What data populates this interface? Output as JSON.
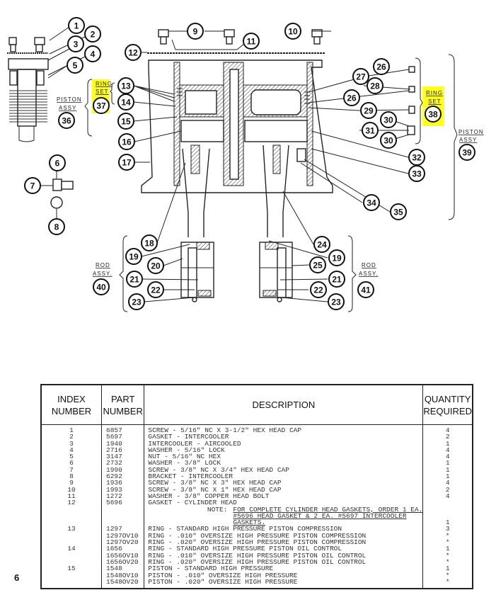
{
  "page_number": "6",
  "diagram": {
    "title": "Compressor pump exploded parts diagram",
    "callouts": [
      "1",
      "2",
      "3",
      "4",
      "5",
      "6",
      "7",
      "8",
      "9",
      "10",
      "11",
      "12",
      "13",
      "14",
      "15",
      "16",
      "17",
      "18",
      "19",
      "20",
      "21",
      "22",
      "23",
      "24",
      "25",
      "26",
      "27",
      "28",
      "29",
      "30",
      "31",
      "32",
      "33",
      "34",
      "35",
      "36",
      "37",
      "38",
      "39",
      "40",
      "41"
    ],
    "labels": {
      "piston_assy_left": [
        "PISTON",
        "ASSY"
      ],
      "ring_set_left": [
        "RING",
        "SET"
      ],
      "ring_set_right": [
        "RING",
        "SET"
      ],
      "piston_assy_right": [
        "PISTON",
        "ASSY"
      ],
      "rod_assy_left": [
        "ROD",
        "ASSY."
      ],
      "rod_assy_right": [
        "ROD",
        "ASSY."
      ]
    },
    "highlight_color": "#ffff22"
  },
  "table": {
    "headers": {
      "index": [
        "INDEX",
        "NUMBER"
      ],
      "part": [
        "PART",
        "NUMBER"
      ],
      "description": "DESCRIPTION",
      "quantity": [
        "QUANTITY",
        "REQUIRED"
      ]
    },
    "rows": [
      {
        "index": "1",
        "part": "6857",
        "description": "SCREW - 5/16\" NC X 3-1/2\" HEX HEAD CAP",
        "qty": "4"
      },
      {
        "index": "2",
        "part": "5697",
        "description": "GASKET - INTERCOOLER",
        "qty": "2"
      },
      {
        "index": "3",
        "part": "1940",
        "description": "INTERCOOLER - AIRCOOLED",
        "qty": "1"
      },
      {
        "index": "4",
        "part": "2716",
        "description": "WASHER - 5/16\" LOCK",
        "qty": "4"
      },
      {
        "index": "5",
        "part": "3147",
        "description": "NUT - 5/16\" NC HEX",
        "qty": "4"
      },
      {
        "index": "6",
        "part": "2732",
        "description": "WASHER - 3/8\" LOCK",
        "qty": "1"
      },
      {
        "index": "7",
        "part": "1990",
        "description": "SCREW - 3/8\" NC X 3/4\" HEX HEAD CAP",
        "qty": "1"
      },
      {
        "index": "8",
        "part": "6292",
        "description": "BRACKET - INTERCOOLER",
        "qty": "1"
      },
      {
        "index": "9",
        "part": "1936",
        "description": "SCREW - 3/8\" NC X 3\" HEX HEAD CAP",
        "qty": "4"
      },
      {
        "index": "10",
        "part": "1993",
        "description": "SCREW - 3/8\" NC X 1\" HEX HEAD CAP",
        "qty": "2"
      },
      {
        "index": "11",
        "part": "1272",
        "description": "WASHER - 3/8\" COPPER HEAD BOLT",
        "qty": "4"
      },
      {
        "index": "12",
        "part": "5696",
        "description": "GASKET - CYLINDER HEAD",
        "qty": ""
      }
    ],
    "note": {
      "prefix": "NOTE:",
      "lines": [
        "FOR COMPLETE CYLINDER HEAD GASKETS, ORDER 1 EA.",
        "#5696 HEAD GASKET & 2 EA. #5697 INTERCOOLER",
        "GASKETS."
      ],
      "qty": "1"
    },
    "rows_after_note": [
      {
        "index": "13",
        "part": "1297",
        "description": "RING - STANDARD HIGH PRESSURE PISTON COMPRESSION",
        "qty": "3"
      },
      {
        "index": "",
        "part": "1297OV10",
        "description": "RING - .010\" OVERSIZE HIGH PRESSURE PISTON COMPRESSION",
        "qty": "*"
      },
      {
        "index": "",
        "part": "1297OV20",
        "description": "RING - .020\" OVERSIZE HIGH PRESSURE PISTON COMPRESSION",
        "qty": "*"
      },
      {
        "index": "14",
        "part": "1656",
        "description": "RING - STANDARD HIGH PRESSURE PISTON OIL CONTROL",
        "qty": "1"
      },
      {
        "index": "",
        "part": "1656OV10",
        "description": "RING - .010\" OVERSIZE HIGH PRESSURE PISTON OIL CONTROL",
        "qty": "*"
      },
      {
        "index": "",
        "part": "1656OV20",
        "description": "RING - .020\" OVERSIZE HIGH PRESSURE PISTON OIL CONTROL",
        "qty": "*"
      },
      {
        "index": "15",
        "part": "1548",
        "description": "PISTON - STANDARD HIGH PRESSURE",
        "qty": "1"
      },
      {
        "index": "",
        "part": "1548OV10",
        "description": "PISTON - .010\" OVERSIZE HIGH PRESSURE",
        "qty": "*"
      },
      {
        "index": "",
        "part": "1548OV20",
        "description": "PISTON - .020\" OVERSIZE HIGH PRESSURE",
        "qty": "*"
      }
    ]
  }
}
